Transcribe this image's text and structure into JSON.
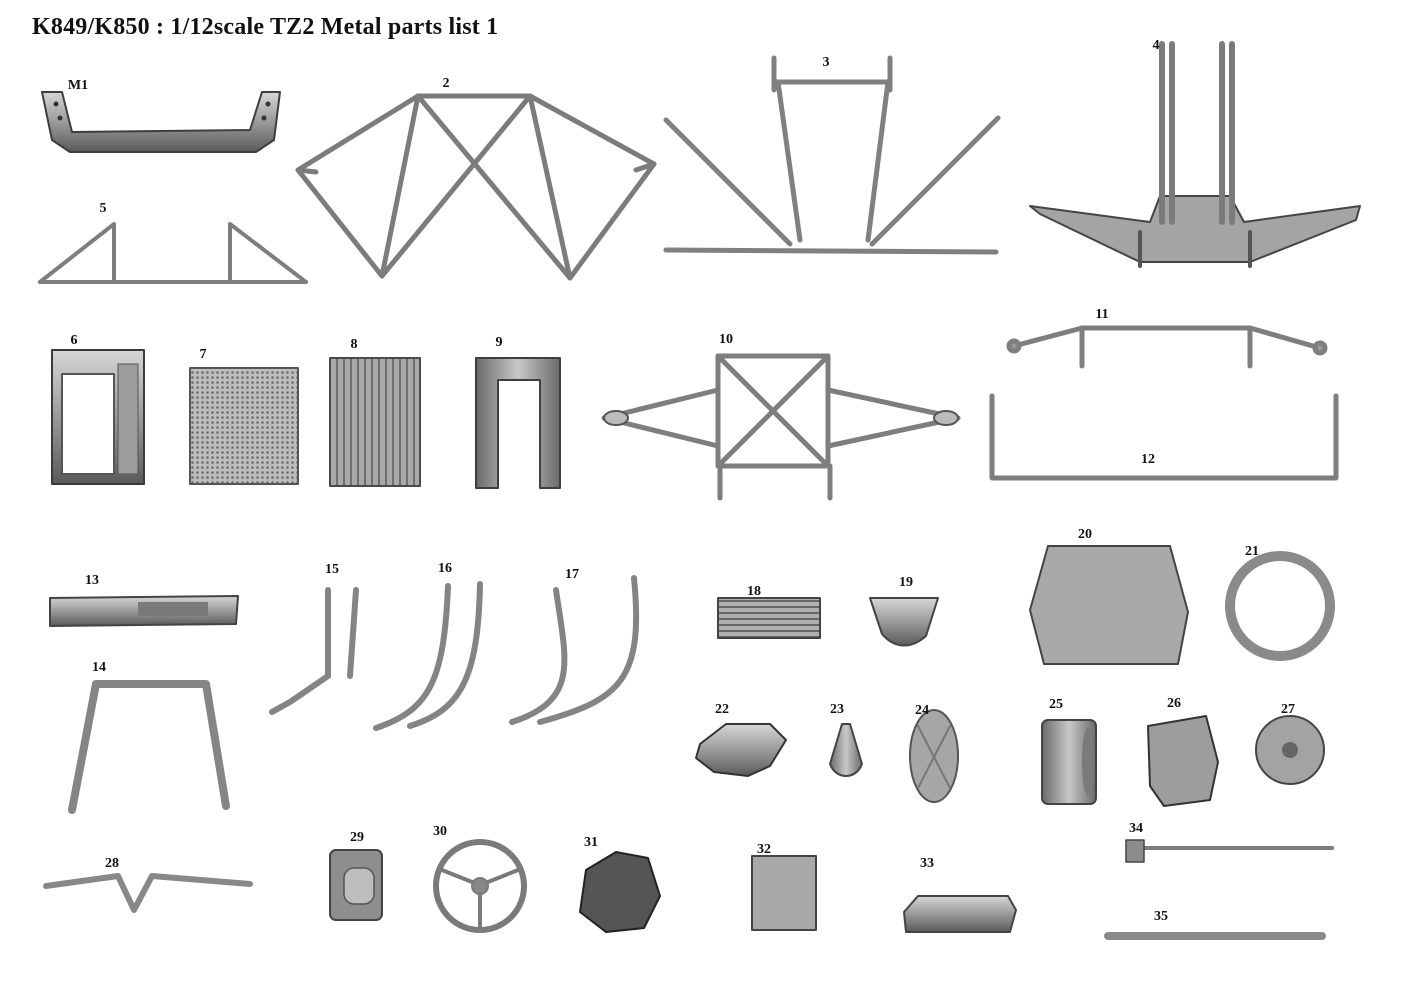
{
  "title": "K849/K850 : 1/12scale TZ2 Metal parts list 1",
  "labels": {
    "m1": "M1",
    "p2": "2",
    "p3": "3",
    "p4": "4",
    "p5": "5",
    "p6": "6",
    "p7": "7",
    "p8": "8",
    "p9": "9",
    "p10": "10",
    "p11": "11",
    "p12": "12",
    "p13": "13",
    "p14": "14",
    "p15": "15",
    "p16": "16",
    "p17": "17",
    "p18": "18",
    "p19": "19",
    "p20": "20",
    "p21": "21",
    "p22": "22",
    "p23": "23",
    "p24": "24",
    "p25": "25",
    "p26": "26",
    "p27": "27",
    "p28": "28",
    "p29": "29",
    "p30": "30",
    "p31": "31",
    "p32": "32",
    "p33": "33",
    "p34": "34",
    "p35": "35"
  },
  "colors": {
    "metal": "#9a9a9a",
    "metal_dark": "#4a4a4a",
    "metal_light": "#cfcfcf",
    "text": "#111111"
  }
}
